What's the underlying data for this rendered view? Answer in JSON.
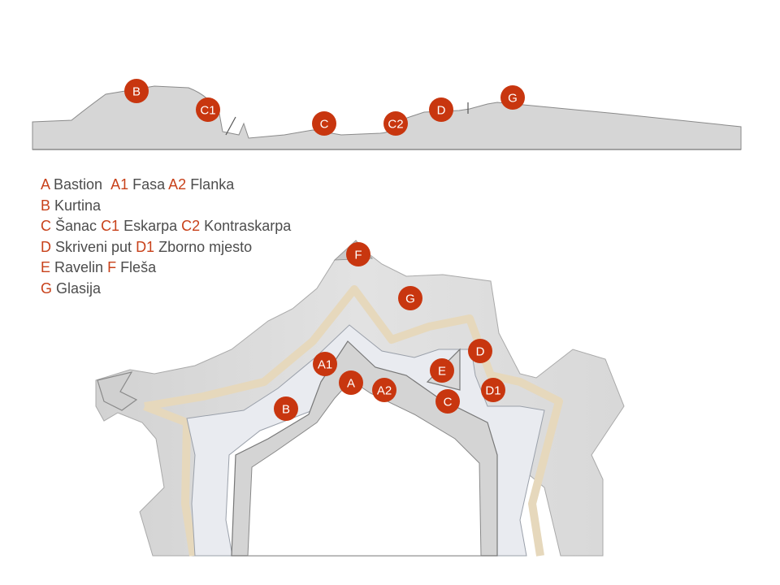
{
  "legend": [
    {
      "parts": [
        {
          "code": "A",
          "text": "Bastion"
        },
        {
          "code": "A1",
          "text": "Fasa"
        },
        {
          "code": "A2",
          "text": "Flanka"
        }
      ]
    },
    {
      "parts": [
        {
          "code": "B",
          "text": "Kurtina"
        }
      ]
    },
    {
      "parts": [
        {
          "code": "C",
          "text": "Šanac"
        },
        {
          "code": "C1",
          "text": "Eskarpa"
        },
        {
          "code": "C2",
          "text": "Kontraskarpa"
        }
      ]
    },
    {
      "parts": [
        {
          "code": "D",
          "text": "Skriveni put"
        },
        {
          "code": "D1",
          "text": "Zborno mjesto"
        }
      ]
    },
    {
      "parts": [
        {
          "code": "E",
          "text": "Ravelin"
        },
        {
          "code": "F",
          "text": "Fleša"
        }
      ]
    },
    {
      "parts": [
        {
          "code": "G",
          "text": "Glasija"
        }
      ]
    }
  ],
  "profile_markers": [
    "B",
    "C1",
    "C",
    "C2",
    "D",
    "G"
  ],
  "plan_markers": [
    "F",
    "G",
    "A1",
    "A",
    "A2",
    "E",
    "D",
    "D1",
    "C",
    "B"
  ],
  "colors": {
    "marker": "#c8360f",
    "legend_code": "#c8411a",
    "legend_text": "#4d4d4d",
    "earthwork": "#dcdcdc",
    "rampart_path": "#e8dcc4",
    "ditch": "#e9ebf0"
  }
}
